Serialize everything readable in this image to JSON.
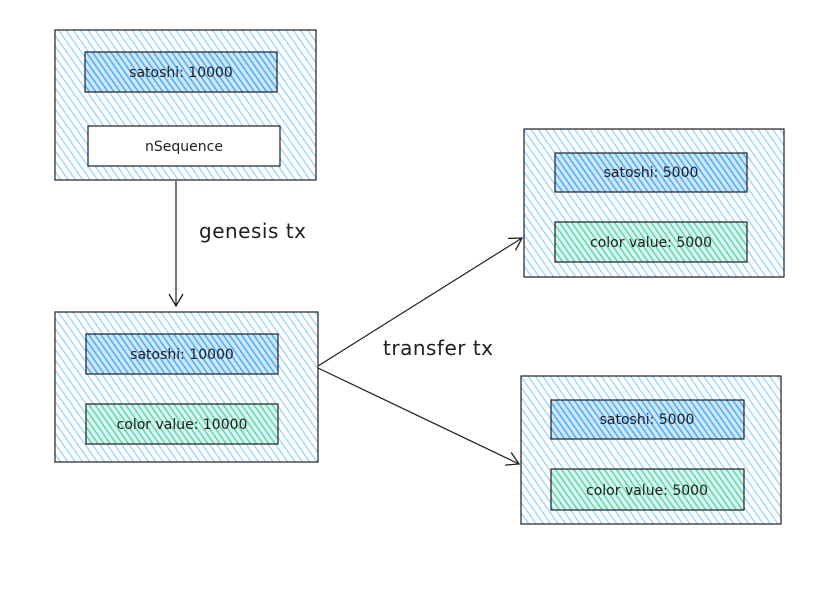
{
  "diagram": {
    "nodes": {
      "genesis_input": {
        "satoshi_label": "satoshi: 10000",
        "sequence_label": "nSequence"
      },
      "colored_output": {
        "satoshi_label": "satoshi: 10000",
        "color_label": "color value: 10000"
      },
      "output_a": {
        "satoshi_label": "satoshi: 5000",
        "color_label": "color value: 5000"
      },
      "output_b": {
        "satoshi_label": "satoshi: 5000",
        "color_label": "color value: 5000"
      }
    },
    "edges": {
      "genesis_label": "genesis tx",
      "transfer_label": "transfer tx"
    },
    "colors": {
      "outer_fill": "#a5d8ff",
      "satoshi_fill": "#4dabf7",
      "color_value_fill": "#96f2d7",
      "stroke": "#1e1e1e"
    }
  }
}
